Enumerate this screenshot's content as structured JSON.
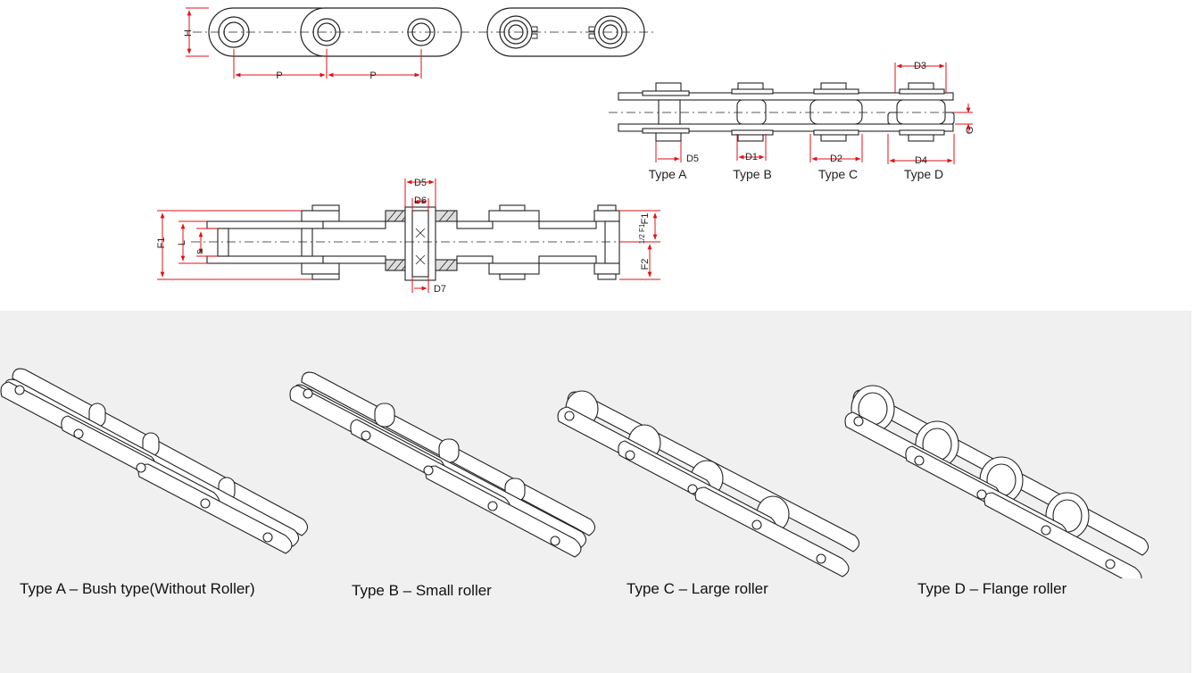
{
  "dimension_labels": {
    "H": "H",
    "P": "P",
    "D1": "D1",
    "D2": "D2",
    "D3": "D3",
    "D4": "D4",
    "D5": "D5",
    "D6": "D6",
    "D7": "D7",
    "F1": "F1",
    "F2": "F2",
    "L": "L",
    "S": "s",
    "G": "G",
    "half_F1": "1/2 F1"
  },
  "type_labels": [
    "Type A",
    "Type B",
    "Type C",
    "Type D"
  ],
  "captions": [
    "Type A – Bush type(Without Roller)",
    "Type B – Small roller",
    "Type C – Large roller",
    "Type D – Flange roller"
  ],
  "colors": {
    "dimension": "#e0121a",
    "outline": "#222222",
    "panel": "#f0f0f0"
  }
}
